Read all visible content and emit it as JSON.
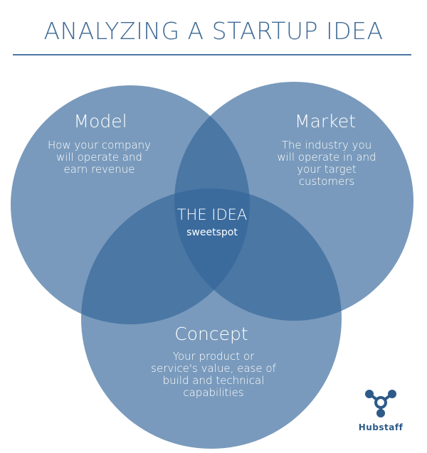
{
  "title": "ANALYZING A STARTUP IDEA",
  "colors": {
    "circle_fill": "#33669a",
    "title_color": "#3f6a96",
    "logo_color": "#2d5a88"
  },
  "circles": {
    "model": {
      "heading": "Model",
      "description": "How your company will operate and earn revenue"
    },
    "market": {
      "heading": "Market",
      "description": "The industry you will operate in and your target customers"
    },
    "concept": {
      "heading": "Concept",
      "description": "Your product or service's value, ease of build and technical capabilities"
    }
  },
  "center": {
    "heading": "THE IDEA",
    "subheading": "sweetspot"
  },
  "logo": {
    "name": "Hubstaff",
    "icon": "hubstaff-logo-icon"
  }
}
